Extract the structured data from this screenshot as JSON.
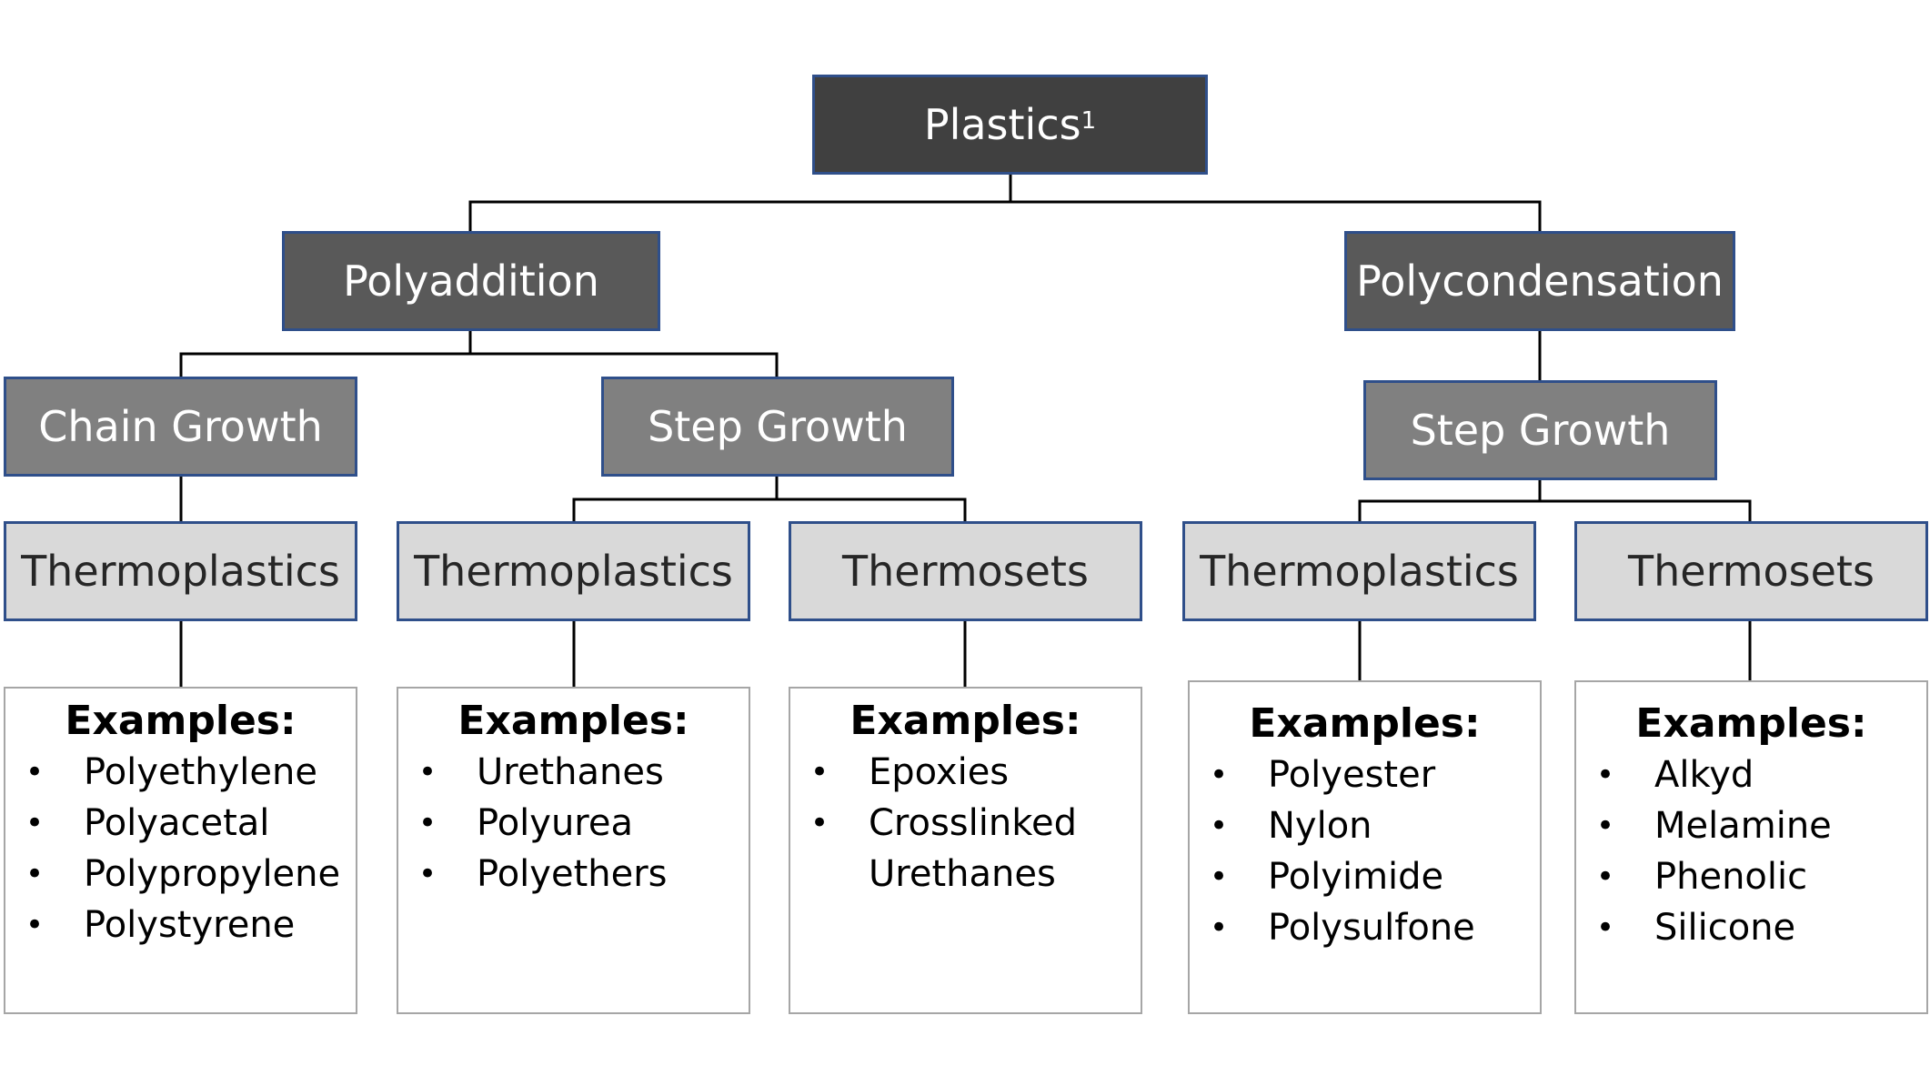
{
  "root": {
    "label": "Plastics",
    "superscript": "1"
  },
  "branches": [
    {
      "label": "Polyaddition",
      "mechanisms": [
        {
          "label": "Chain Growth",
          "groups": [
            {
              "label": "Thermoplastics",
              "examples_title": "Examples:",
              "examples": [
                "Polyethylene",
                "Polyacetal",
                "Polypropylene",
                "Polystyrene"
              ]
            }
          ]
        },
        {
          "label": "Step Growth",
          "groups": [
            {
              "label": "Thermoplastics",
              "examples_title": "Examples:",
              "examples": [
                "Urethanes",
                "Polyurea",
                "Polyethers"
              ]
            },
            {
              "label": "Thermosets",
              "examples_title": "Examples:",
              "examples": [
                "Epoxies",
                "Crosslinked",
                "Urethanes"
              ]
            }
          ]
        }
      ]
    },
    {
      "label": "Polycondensation",
      "mechanisms": [
        {
          "label": "Step Growth",
          "groups": [
            {
              "label": "Thermoplastics",
              "examples_title": "Examples:",
              "examples": [
                "Polyester",
                "Nylon",
                "Polyimide",
                "Polysulfone"
              ]
            },
            {
              "label": "Thermosets",
              "examples_title": "Examples:",
              "examples": [
                "Alkyd",
                "Melamine",
                "Phenolic",
                "Silicone"
              ]
            }
          ]
        }
      ]
    }
  ],
  "colors": {
    "root_fill": "#404040",
    "branch_fill": "#595959",
    "mechanism_fill": "#808080",
    "group_fill": "#d9d9d9",
    "node_border": "#2f4f8a",
    "examples_border": "#a6a6a6",
    "connector": "#000000"
  }
}
